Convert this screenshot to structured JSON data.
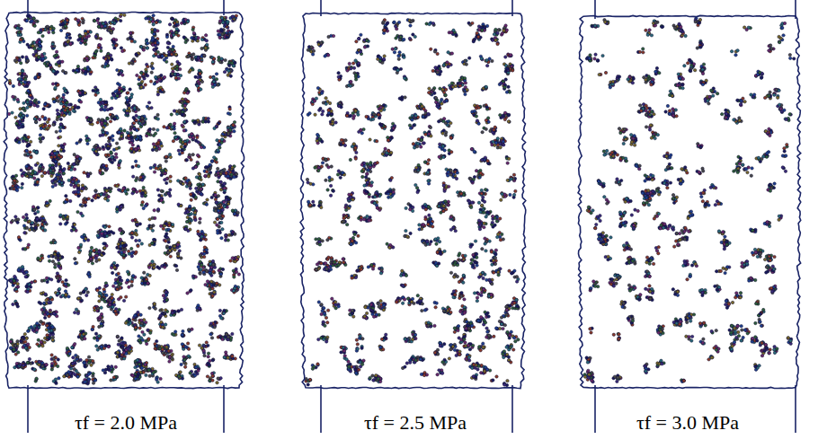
{
  "diagram": {
    "labels": [
      "τf = 2.0 MPa",
      "τf = 2.5 MPa",
      "τf = 3.0 MPa"
    ]
  }
}
